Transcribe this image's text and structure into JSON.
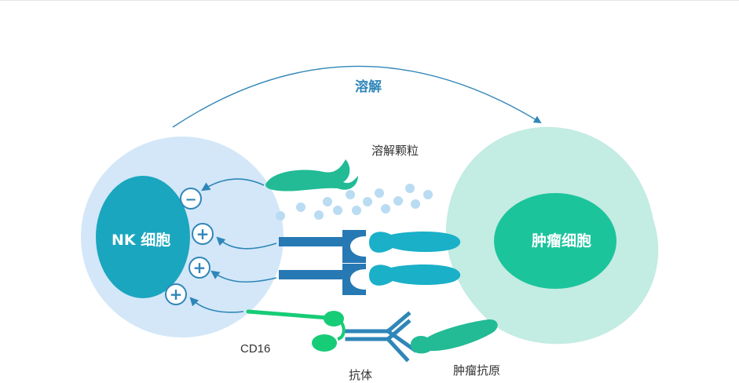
{
  "labels": {
    "lysis": "溶解",
    "granules": "溶解颗粒",
    "nk_cell": "NK 细胞",
    "tumor_cell": "肿瘤细胞",
    "cd16": "CD16",
    "antibody": "抗体",
    "tumor_antigen": "肿瘤抗原"
  },
  "signs": {
    "inhibitory": "−",
    "activating": "+"
  },
  "colors": {
    "nk_outer": "#d3e7f8",
    "nk_nucleus": "#1aa6bf",
    "tumor_outer": "#c3ece2",
    "tumor_nucleus": "#1cc49c",
    "arrow": "#2f86b8",
    "ligand_green": "#22bb96",
    "receptor_blue": "#2779b4",
    "ligand_teal": "#1ab0c8",
    "cd16_green": "#17cc77",
    "antibody_blue": "#2f86b8",
    "granule": "#b9dcf2",
    "sign_circle": "#2f86b8"
  },
  "icons": {
    "inhibitory_sign": "minus-circle-icon",
    "activating_sign": "plus-circle-icon"
  }
}
